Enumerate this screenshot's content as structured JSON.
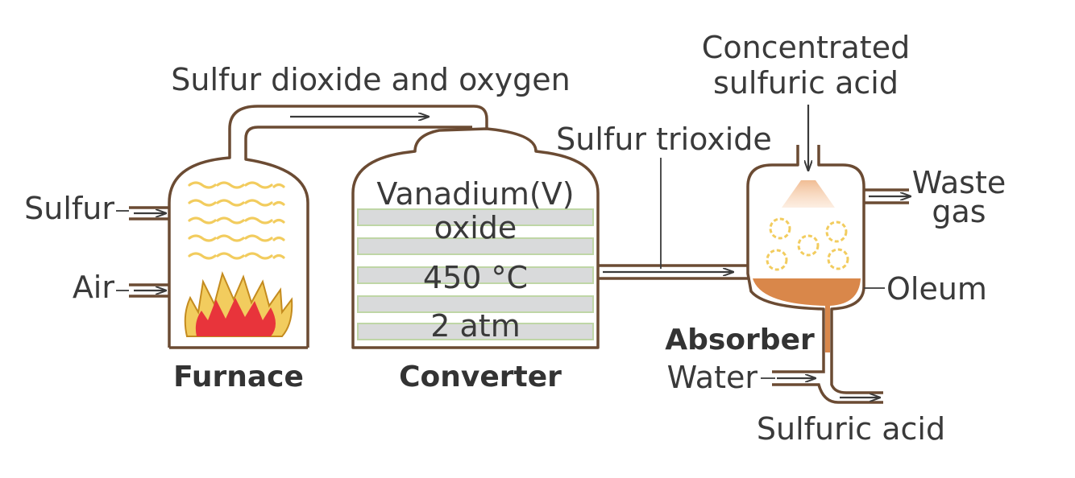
{
  "labels": {
    "so2_o2": "Sulfur dioxide and oxygen",
    "conc_acid_line1": "Concentrated",
    "conc_acid_line2": "sulfuric acid",
    "so3": "Sulfur trioxide",
    "sulfur": "Sulfur",
    "air": "Air",
    "catalyst_line1": "Vanadium(V)",
    "catalyst_line2": "oxide",
    "temperature": "450 °C",
    "pressure": "2 atm",
    "waste_line1": "Waste",
    "waste_line2": "gas",
    "oleum": "Oleum",
    "water": "Water",
    "product": "Sulfuric acid"
  },
  "units": {
    "furnace": "Furnace",
    "converter": "Converter",
    "absorber": "Absorber"
  },
  "colors": {
    "vessel_outline": "#6b4b33",
    "flame_outer": "#f2cc5e",
    "flame_inner": "#e8343b",
    "sulfur_vapor": "#f2cc5e",
    "catalyst_tray": "#d9dadb",
    "oleum": "#d9874a",
    "spray": "#f4c9a6"
  }
}
